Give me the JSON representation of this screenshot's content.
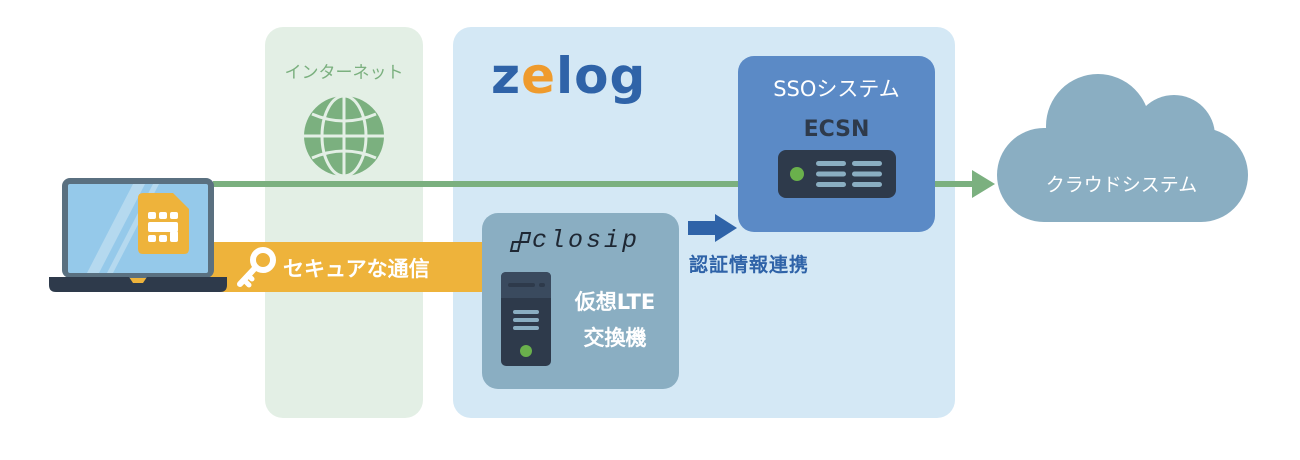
{
  "internet": {
    "label": "インターネット"
  },
  "zelog": {
    "logo_parts": {
      "z": "z",
      "e": "e",
      "rest": "log"
    }
  },
  "sso": {
    "title": "SSOシステム",
    "server_label": "ECSN"
  },
  "closip": {
    "logo_text": "closip",
    "title_line1": "仮想LTE",
    "title_line2": "交換機"
  },
  "secure_channel": {
    "label": "セキュアな通信"
  },
  "auth_link": {
    "label": "認証情報連携"
  },
  "cloud": {
    "label": "クラウドシステム"
  },
  "colors": {
    "internet_panel": "#e3efe5",
    "zelog_panel": "#d4e8f5",
    "sso_box": "#5b8ac6",
    "closip_box": "#8aaec2",
    "cloud": "#8aaec2",
    "flow_line": "#7bb07f",
    "secure_band": "#eeb33b",
    "brand_blue": "#2f63a8",
    "brand_orange": "#ef9b2d",
    "dark": "#2e3a4b"
  }
}
